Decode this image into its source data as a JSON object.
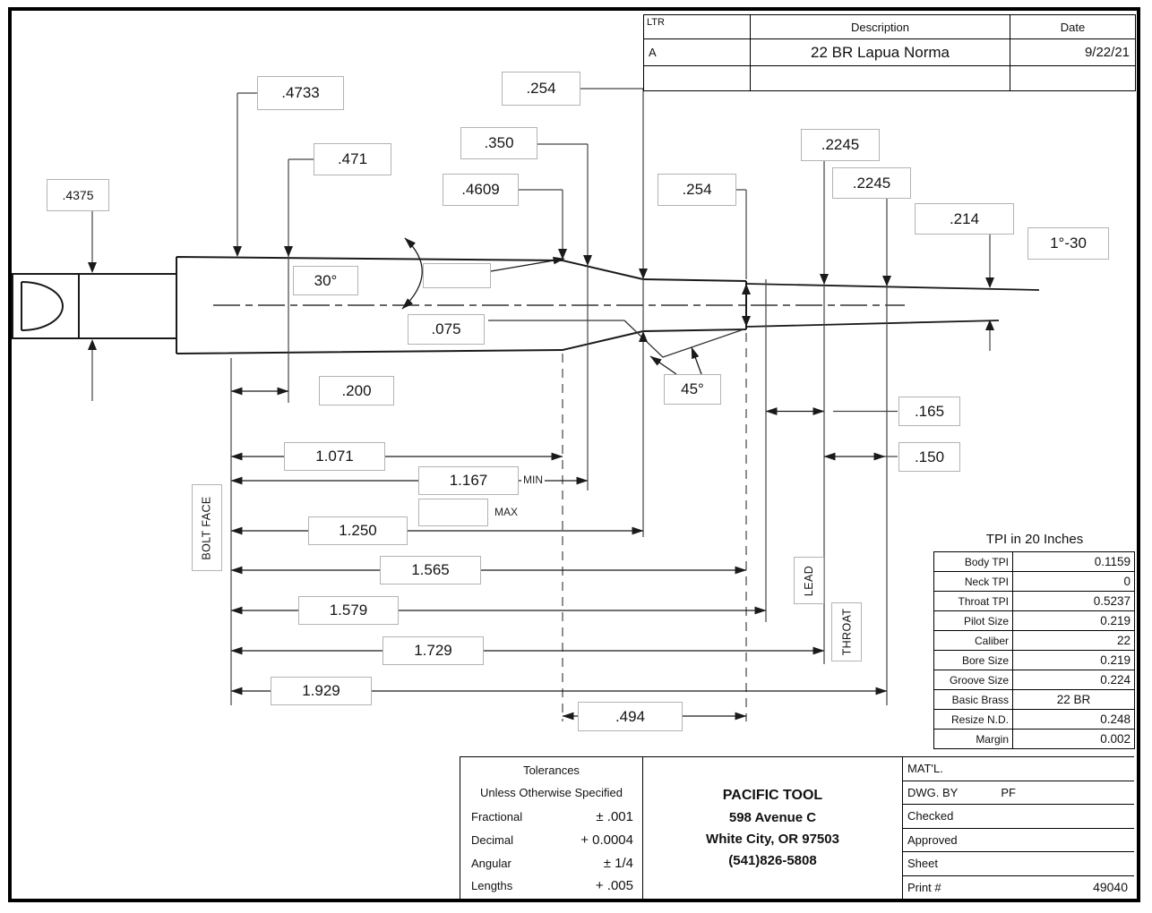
{
  "revision_table": {
    "headers": {
      "ltr": "LTR",
      "description": "Description",
      "date": "Date"
    },
    "rows": [
      {
        "ltr": "A",
        "description": "22 BR Lapua Norma",
        "date": "9/22/21"
      },
      {
        "ltr": "",
        "description": "",
        "date": ""
      }
    ]
  },
  "dims": {
    "d4375": ".4375",
    "d4733": ".4733",
    "d471": ".471",
    "d4609": ".4609",
    "d350": ".350",
    "d254_top": ".254",
    "d254_mid": ".254",
    "d2245_upper": ".2245",
    "d2245_lower": ".2245",
    "d214": ".214",
    "taper_angle": "1°-30",
    "shoulder_angle": "30°",
    "mouth_angle": "45°",
    "d075": ".075",
    "d200": ".200",
    "d1071": "1.071",
    "d1167": "1.167",
    "min": "MIN",
    "max": "MAX",
    "d1250": "1.250",
    "d1565": "1.565",
    "d1579": "1.579",
    "d1729": "1.729",
    "d1929": "1.929",
    "d494": ".494",
    "d165": ".165",
    "d150": ".150",
    "bolt_face": "BOLT FACE",
    "lead": "LEAD",
    "throat": "THROAT",
    "blank_shoulder": "",
    "blank_max": ""
  },
  "tpi_table": {
    "title": "TPI in 20 Inches",
    "rows": [
      {
        "label": "Body TPI",
        "value": "0.1159"
      },
      {
        "label": "Neck TPI",
        "value": "0"
      },
      {
        "label": "Throat TPI",
        "value": "0.5237"
      },
      {
        "label": "Pilot Size",
        "value": "0.219"
      },
      {
        "label": "Caliber",
        "value": "22"
      },
      {
        "label": "Bore Size",
        "value": "0.219"
      },
      {
        "label": "Groove Size",
        "value": "0.224"
      },
      {
        "label": "Basic Brass",
        "value": "22 BR"
      },
      {
        "label": "Resize N.D.",
        "value": "0.248"
      },
      {
        "label": "Margin",
        "value": "0.002"
      }
    ]
  },
  "title_block": {
    "tolerances": {
      "title": "Tolerances",
      "subtitle": "Unless Otherwise Specified",
      "rows": [
        {
          "label": "Fractional",
          "value": "± .001"
        },
        {
          "label": "Decimal",
          "value": "+ 0.0004"
        },
        {
          "label": "Angular",
          "value": "± 1/4"
        },
        {
          "label": "Lengths",
          "value": "+ .005"
        }
      ]
    },
    "company": {
      "name": "PACIFIC TOOL",
      "address_line1": "598 Avenue C",
      "address_line2": "White City, OR 97503",
      "phone": "(541)826-5808"
    },
    "info_rows": [
      {
        "label": "MAT'L.",
        "value": ""
      },
      {
        "label": "DWG. BY",
        "value": "PF"
      },
      {
        "label": "Checked",
        "value": ""
      },
      {
        "label": "Approved",
        "value": ""
      },
      {
        "label": "Sheet",
        "value": ""
      },
      {
        "label": "Print #",
        "value": "49040"
      }
    ]
  }
}
